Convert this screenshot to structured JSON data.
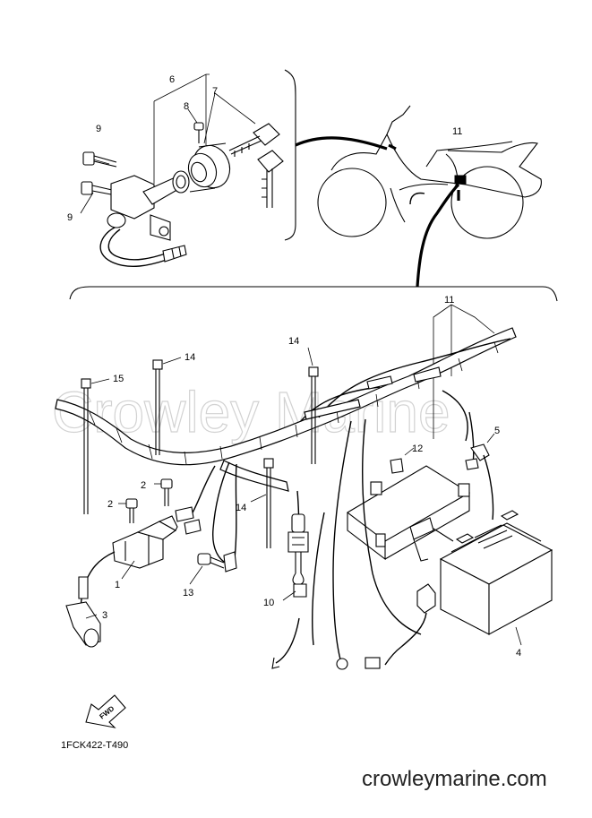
{
  "watermark": "Crowley Marine",
  "callouts": {
    "c1": "1",
    "c2a": "2",
    "c2b": "2",
    "c3": "3",
    "c4": "4",
    "c5": "5",
    "c6": "6",
    "c7": "7",
    "c8": "8",
    "c9a": "9",
    "c9b": "9",
    "c10": "10",
    "c11a": "11",
    "c11b": "11",
    "c12": "12",
    "c13": "13",
    "c14a": "14",
    "c14b": "14",
    "c14c": "14",
    "c15": "15"
  },
  "fwd_label": "FWD",
  "part_code": "1FCK422-T490",
  "site_url": "crowleymarine.com"
}
